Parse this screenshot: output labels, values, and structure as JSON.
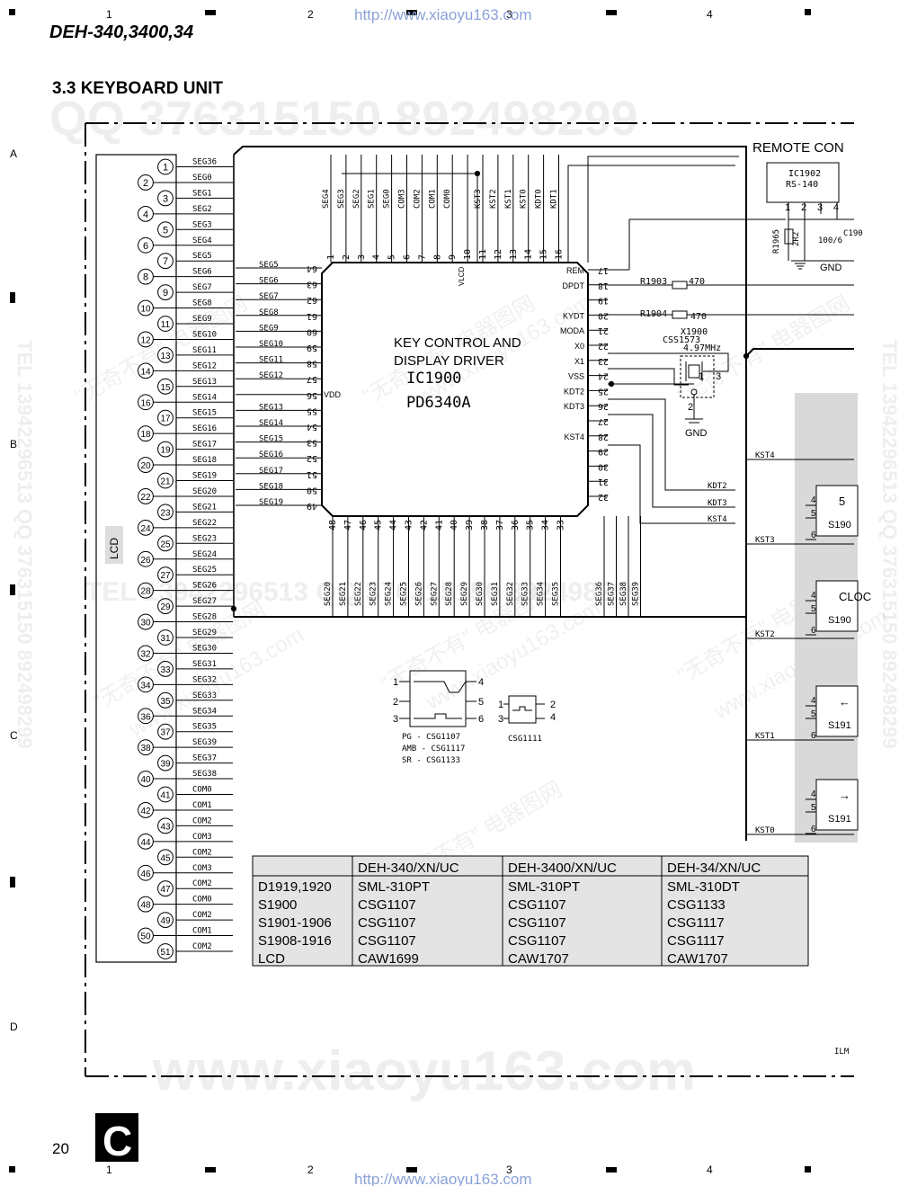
{
  "header": {
    "model": "DEH-340,3400,34",
    "url": "http://www.xiaoyu163.com",
    "columns": [
      "1",
      "2",
      "3",
      "4"
    ],
    "rows": [
      "A",
      "B",
      "C",
      "D"
    ]
  },
  "section_title": "3.3 KEYBOARD UNIT",
  "watermarks": {
    "qq_top": "QQ 376315150   892498299",
    "tel_right": "TEL 13942296513  QQ 376315150  892498299",
    "tel_left": "TEL 13942296513  QQ 376315150  892498299",
    "mid": "TEL 13942296513  QQ 376315150  892498299",
    "bottom": "www.xiaoyu163.com",
    "cn_text": "\"无奇不有\" 电器图网",
    "cn_url": "www.xiaoyu163.com"
  },
  "lcd": {
    "label": "LCD",
    "pins": [
      {
        "n": "1",
        "s": "SEG36"
      },
      {
        "n": "2",
        "s": "SEG0"
      },
      {
        "n": "3",
        "s": "SEG1"
      },
      {
        "n": "4",
        "s": "SEG2"
      },
      {
        "n": "5",
        "s": "SEG3"
      },
      {
        "n": "6",
        "s": "SEG4"
      },
      {
        "n": "7",
        "s": "SEG5"
      },
      {
        "n": "8",
        "s": "SEG6"
      },
      {
        "n": "9",
        "s": "SEG7"
      },
      {
        "n": "10",
        "s": "SEG8"
      },
      {
        "n": "11",
        "s": "SEG9"
      },
      {
        "n": "12",
        "s": "SEG10"
      },
      {
        "n": "13",
        "s": "SEG11"
      },
      {
        "n": "14",
        "s": "SEG12"
      },
      {
        "n": "15",
        "s": "SEG13"
      },
      {
        "n": "16",
        "s": "SEG14"
      },
      {
        "n": "17",
        "s": "SEG15"
      },
      {
        "n": "18",
        "s": "SEG16"
      },
      {
        "n": "19",
        "s": "SEG17"
      },
      {
        "n": "20",
        "s": "SEG18"
      },
      {
        "n": "21",
        "s": "SEG19"
      },
      {
        "n": "22",
        "s": "SEG20"
      },
      {
        "n": "23",
        "s": "SEG21"
      },
      {
        "n": "24",
        "s": "SEG22"
      },
      {
        "n": "25",
        "s": "SEG23"
      },
      {
        "n": "26",
        "s": "SEG24"
      },
      {
        "n": "27",
        "s": "SEG25"
      },
      {
        "n": "28",
        "s": "SEG26"
      },
      {
        "n": "29",
        "s": "SEG27"
      },
      {
        "n": "30",
        "s": "SEG28"
      },
      {
        "n": "31",
        "s": "SEG29"
      },
      {
        "n": "32",
        "s": "SEG30"
      },
      {
        "n": "33",
        "s": "SEG31"
      },
      {
        "n": "34",
        "s": "SEG32"
      },
      {
        "n": "35",
        "s": "SEG33"
      },
      {
        "n": "36",
        "s": "SEG34"
      },
      {
        "n": "37",
        "s": "SEG35"
      },
      {
        "n": "38",
        "s": "SEG39"
      },
      {
        "n": "39",
        "s": "SEG37"
      },
      {
        "n": "40",
        "s": "SEG38"
      },
      {
        "n": "41",
        "s": "COM0"
      },
      {
        "n": "42",
        "s": "COM1"
      },
      {
        "n": "43",
        "s": "COM2"
      },
      {
        "n": "44",
        "s": "COM3"
      },
      {
        "n": "45",
        "s": "COM2"
      },
      {
        "n": "46",
        "s": "COM3"
      },
      {
        "n": "47",
        "s": "COM2"
      },
      {
        "n": "48",
        "s": "COM0"
      },
      {
        "n": "49",
        "s": "COM2"
      },
      {
        "n": "50",
        "s": "COM1"
      },
      {
        "n": "51",
        "s": "COM2"
      }
    ]
  },
  "ic1900": {
    "title_line1": "KEY CONTROL AND",
    "title_line2": "DISPLAY DRIVER",
    "ref": "IC1900",
    "part": "PD6340A",
    "top_pins": [
      {
        "p": "1",
        "s": "SEG4"
      },
      {
        "p": "2",
        "s": "SEG3"
      },
      {
        "p": "3",
        "s": "SEG2"
      },
      {
        "p": "4",
        "s": "SEG1"
      },
      {
        "p": "5",
        "s": "SEG0"
      },
      {
        "p": "6",
        "s": "COM3"
      },
      {
        "p": "7",
        "s": "COM2"
      },
      {
        "p": "8",
        "s": "COM1"
      },
      {
        "p": "9",
        "s": "COM0"
      },
      {
        "p": "10",
        "s": "VLCD"
      },
      {
        "p": "11",
        "s": "KST3"
      },
      {
        "p": "12",
        "s": "KST2"
      },
      {
        "p": "13",
        "s": "KST1"
      },
      {
        "p": "14",
        "s": "KST0"
      },
      {
        "p": "15",
        "s": "KDT0"
      },
      {
        "p": "16",
        "s": "KDT1"
      }
    ],
    "left_pins": [
      {
        "p": "64",
        "s": "SEG5"
      },
      {
        "p": "63",
        "s": "SEG6"
      },
      {
        "p": "62",
        "s": "SEG7"
      },
      {
        "p": "61",
        "s": "SEG8"
      },
      {
        "p": "60",
        "s": "SEG9"
      },
      {
        "p": "59",
        "s": "SEG10"
      },
      {
        "p": "58",
        "s": "SEG11"
      },
      {
        "p": "57",
        "s": "SEG12"
      },
      {
        "p": "56",
        "s": "VDD"
      },
      {
        "p": "55",
        "s": "SEG13"
      },
      {
        "p": "54",
        "s": "SEG14"
      },
      {
        "p": "53",
        "s": "SEG15"
      },
      {
        "p": "52",
        "s": "SEG16"
      },
      {
        "p": "51",
        "s": "SEG17"
      },
      {
        "p": "50",
        "s": "SEG18"
      },
      {
        "p": "49",
        "s": "SEG19"
      }
    ],
    "right_pins": [
      {
        "p": "17",
        "s": "REM"
      },
      {
        "p": "18",
        "s": "DPDT"
      },
      {
        "p": "19",
        "s": ""
      },
      {
        "p": "20",
        "s": "KYDT"
      },
      {
        "p": "21",
        "s": "MODA"
      },
      {
        "p": "22",
        "s": "X0"
      },
      {
        "p": "23",
        "s": "X1"
      },
      {
        "p": "24",
        "s": "VSS"
      },
      {
        "p": "25",
        "s": "KDT2"
      },
      {
        "p": "26",
        "s": "KDT3"
      },
      {
        "p": "27",
        "s": ""
      },
      {
        "p": "28",
        "s": "KST4"
      },
      {
        "p": "29",
        "s": ""
      },
      {
        "p": "30",
        "s": ""
      },
      {
        "p": "31",
        "s": ""
      },
      {
        "p": "32",
        "s": ""
      }
    ],
    "bottom_pins": [
      {
        "p": "48",
        "s": "SEG20"
      },
      {
        "p": "47",
        "s": "SEG21"
      },
      {
        "p": "46",
        "s": "SEG22"
      },
      {
        "p": "45",
        "s": "SEG23"
      },
      {
        "p": "44",
        "s": "SEG24"
      },
      {
        "p": "43",
        "s": "SEG25"
      },
      {
        "p": "42",
        "s": "SEG26"
      },
      {
        "p": "41",
        "s": "SEG27"
      },
      {
        "p": "40",
        "s": "SEG28"
      },
      {
        "p": "39",
        "s": "SEG29"
      },
      {
        "p": "38",
        "s": "SEG30"
      },
      {
        "p": "37",
        "s": "SEG31"
      },
      {
        "p": "36",
        "s": "SEG32"
      },
      {
        "p": "35",
        "s": "SEG33"
      },
      {
        "p": "34",
        "s": "SEG34"
      },
      {
        "p": "33",
        "s": "SEG35"
      }
    ],
    "bottom_extra": [
      "SEG36",
      "SEG37",
      "SEG38",
      "SEG39"
    ]
  },
  "remote": {
    "title": "REMOTE CON",
    "ic": "IC1902",
    "ic_part": "RS-140",
    "pins": [
      "1",
      "2",
      "3",
      "4"
    ],
    "r1965": "R1965",
    "r1965_val": "2R2",
    "c_label": "C190",
    "c_val": "100/6",
    "gnd": "GND"
  },
  "parts": {
    "r1903": "R1903",
    "r1903_val": "470",
    "r1904": "R1904",
    "r1904_val": "470",
    "x1900": "X1900",
    "x1900_part": "CSS1573",
    "x1900_freq": "4.97MHz",
    "x_pins": [
      "1",
      "2",
      "3"
    ],
    "gnd": "GND"
  },
  "nets": {
    "kst4": "KST4",
    "kdt2": "KDT2",
    "kdt3": "KDT3",
    "kst4b": "KST4",
    "kst3": "KST3",
    "kst2": "KST2",
    "kst1": "KST1",
    "kst0": "KST0"
  },
  "switches": [
    {
      "pins": [
        "4",
        "5",
        "6"
      ],
      "key": "5",
      "ref": "S190"
    },
    {
      "pins": [
        "4",
        "5",
        "6"
      ],
      "key": "CLOC",
      "ref": "S190"
    },
    {
      "pins": [
        "4",
        "5",
        "6"
      ],
      "key": "←",
      "ref": "S191"
    },
    {
      "pins": [
        "4",
        "5",
        "6"
      ],
      "key": "→",
      "ref": "S191"
    }
  ],
  "switch_legend": {
    "pins_left": [
      "1",
      "2",
      "3"
    ],
    "pins_right": [
      "4",
      "5",
      "6"
    ],
    "lines": [
      "PG   - CSG1107",
      "AMB - CSG1117",
      "SR   - CSG1133"
    ],
    "small_pins_left": [
      "1",
      "3"
    ],
    "small_pins_right": [
      "2",
      "4"
    ],
    "small_label": "CSG1111"
  },
  "table": {
    "headers": [
      "",
      "DEH-340/XN/UC",
      "DEH-3400/XN/UC",
      "DEH-34/XN/UC"
    ],
    "rows": [
      [
        "D1919,1920",
        "SML-310PT",
        "SML-310PT",
        "SML-310DT"
      ],
      [
        "S1900",
        "CSG1107",
        "CSG1107",
        "CSG1133"
      ],
      [
        "S1901-1906",
        "CSG1107",
        "CSG1107",
        "CSG1117"
      ],
      [
        "S1908-1916",
        "CSG1107",
        "CSG1107",
        "CSG1117"
      ],
      [
        "LCD",
        "CAW1699",
        "CAW1707",
        "CAW1707"
      ]
    ]
  },
  "corner_code": "ILM",
  "page_number": "20",
  "page_letter": "C"
}
